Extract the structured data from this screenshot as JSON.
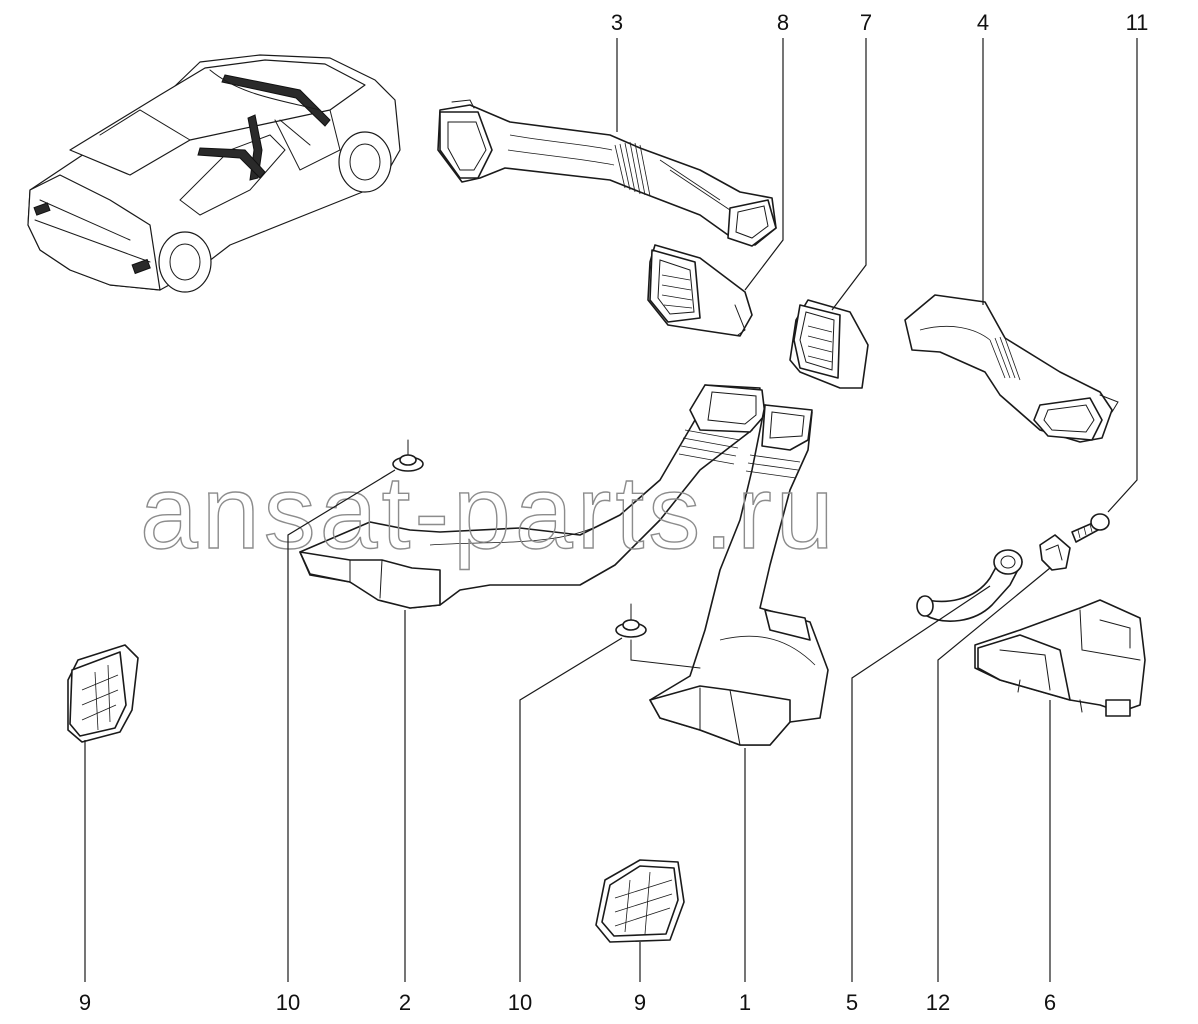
{
  "watermark": "ansat-parts.ru",
  "callouts": {
    "top": [
      "3",
      "8",
      "7",
      "4",
      "11"
    ],
    "bottom": [
      "9",
      "10",
      "2",
      "10",
      "9",
      "1",
      "5",
      "12",
      "6"
    ]
  },
  "colors": {
    "line": "#1a1a1a",
    "watermark": "#8c8c8c",
    "background": "#ffffff"
  }
}
